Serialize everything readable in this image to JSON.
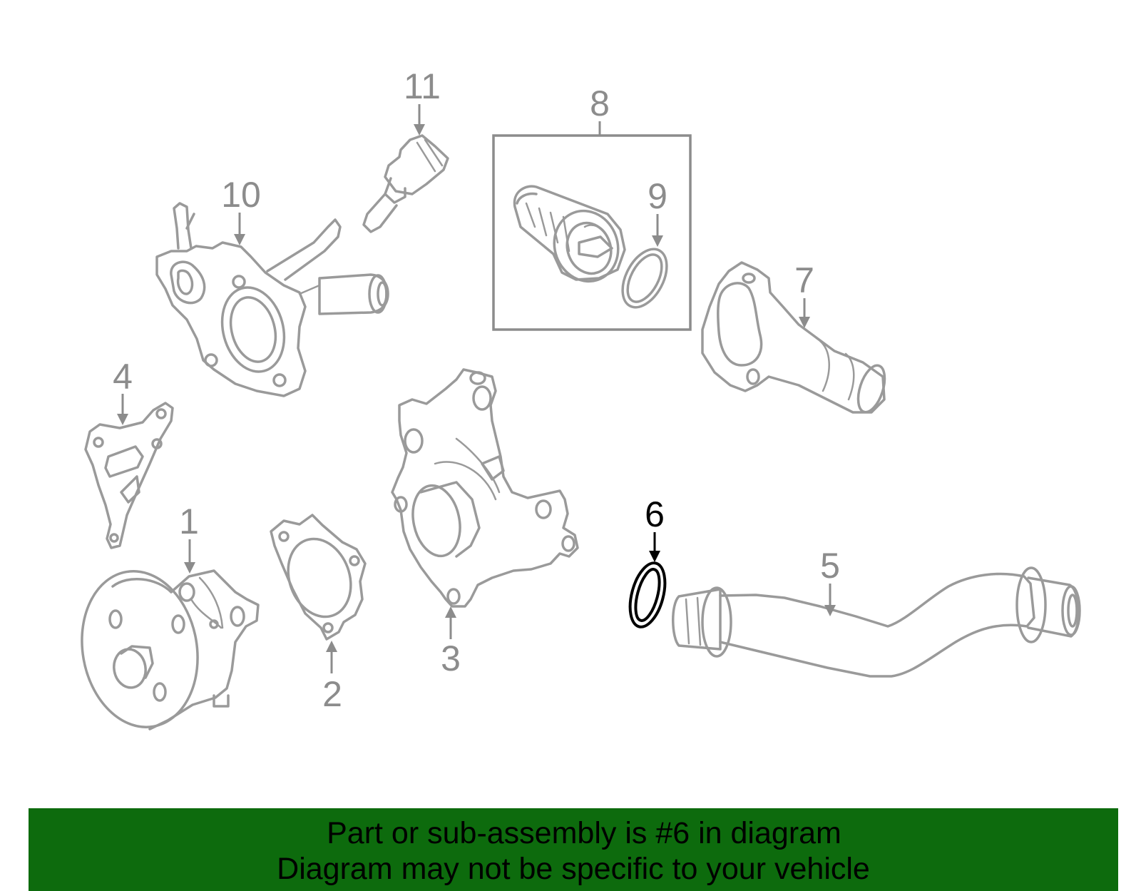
{
  "callouts": {
    "c1": "1",
    "c2": "2",
    "c3": "3",
    "c4": "4",
    "c5": "5",
    "c6": "6",
    "c7": "7",
    "c8": "8",
    "c9": "9",
    "c10": "10",
    "c11": "11"
  },
  "highlighted_callout": "6",
  "colors": {
    "part_line": "#9a9a9a",
    "highlight": "#000000",
    "banner_bg": "#0d6b0d"
  },
  "banner": {
    "line1": "Part or sub-assembly is #6 in diagram",
    "line2": "Diagram may not be specific to your vehicle"
  }
}
